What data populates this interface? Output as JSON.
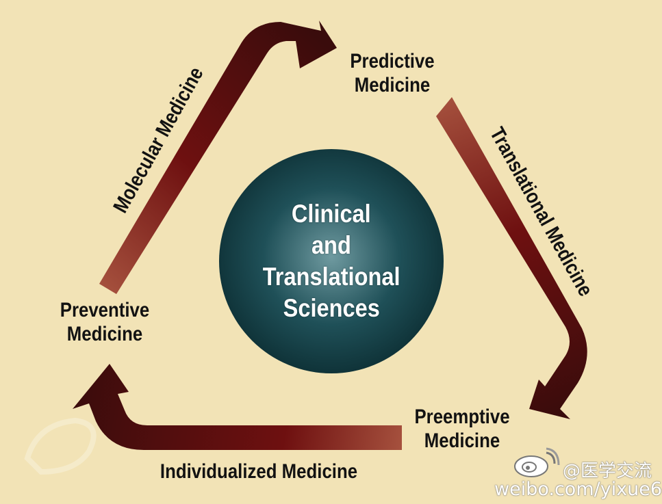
{
  "center": {
    "lines": [
      "Clinical",
      "and",
      "Translational",
      "Sciences"
    ]
  },
  "nodes": {
    "predictive": [
      "Predictive",
      "Medicine"
    ],
    "preemptive": [
      "Preemptive",
      "Medicine"
    ],
    "preventive": [
      "Preventive",
      "Medicine"
    ]
  },
  "arrows": {
    "molecular": "Molecular Medicine",
    "translational": "Translational Medicine",
    "individualized": "Individualized Medicine"
  },
  "watermark": {
    "handle": "@医学交流",
    "url": "weibo.com/yixue6",
    "logo_icon": "weibo-logo-icon"
  },
  "colors": {
    "background": "#f2e3b6",
    "arrow_dark": "#3a0c0c",
    "arrow_mid": "#6e1010",
    "arrow_light": "#a5503d",
    "sphere_light": "#6f9aa0",
    "sphere_dark": "#0f3a40",
    "text": "#121212"
  }
}
